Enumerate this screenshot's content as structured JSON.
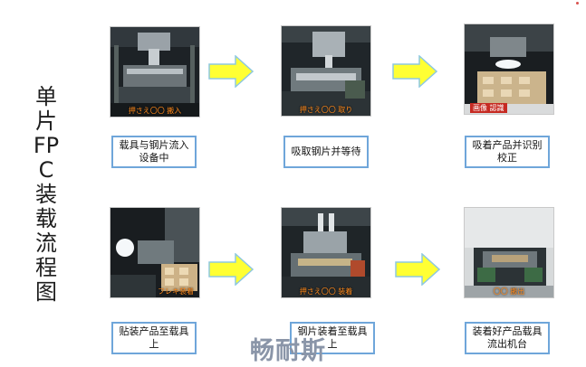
{
  "side_title": "单片FPC装载流程图",
  "brand": "畅耐斯",
  "colors": {
    "arrow_fill": "#ffff33",
    "arrow_stroke": "#8ec8e0",
    "caption_border": "#6fa6da",
    "tag_text": "#ff8a1c"
  },
  "steps": [
    {
      "caption": "载具与钢片流入设备中",
      "photo_tag": "押さえ〇〇 搬入"
    },
    {
      "caption": "吸取钢片并等待",
      "photo_tag": "押さえ〇〇 取り"
    },
    {
      "caption": "吸着产品并识别校正",
      "photo_tag": "画像 認識"
    },
    {
      "caption": "贴装产品至载具上",
      "photo_tag": "フレキ装着"
    },
    {
      "caption": "钢片装着至载具上",
      "photo_tag": "押さえ〇〇 装着"
    },
    {
      "caption": "装着好产品载具流出机台",
      "photo_tag": "〇〇 搬出"
    }
  ]
}
